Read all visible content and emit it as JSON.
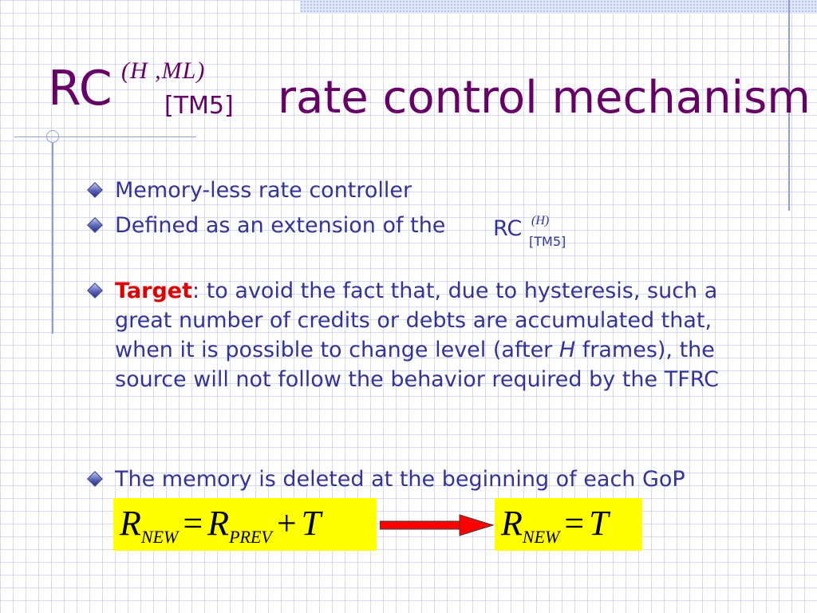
{
  "title": {
    "base": "RC",
    "superscript": "(H ,ML)",
    "subscript": "[TM5]",
    "rest": "rate control mechanism"
  },
  "bullets": [
    {
      "text": "Memory-less rate controller"
    },
    {
      "text": "Defined as an extension of the",
      "rc": {
        "base": "RC",
        "superscript": "(H)",
        "subscript": "[TM5]"
      }
    },
    {
      "label": "Target",
      "part1": ": to avoid the fact that, due to hysteresis, such a great number of credits or debts are accumulated that, when it is possible to change level (after ",
      "symbol": "H",
      "part2": " frames), the source will not follow the behavior required by the TFRC"
    },
    {
      "text": "The memory is deleted at the beginning of each GoP"
    }
  ],
  "equations": {
    "left": {
      "lhs": "R",
      "lhs_sub": "NEW",
      "eq": "=",
      "r1": "R",
      "r1_sub": "PREV",
      "plus": "+",
      "t": "T"
    },
    "right": {
      "lhs": "R",
      "lhs_sub": "NEW",
      "eq": "=",
      "t": "T"
    }
  },
  "colors": {
    "title": "#660066",
    "body_text": "#333399",
    "target_label": "#e00000",
    "equation_background": "#ffff00",
    "arrow": "#ff0000",
    "accent_lines": "#8f9fd8"
  },
  "icons": {
    "bullet": "diamond-bullet-icon",
    "transition": "right-arrow-icon"
  }
}
